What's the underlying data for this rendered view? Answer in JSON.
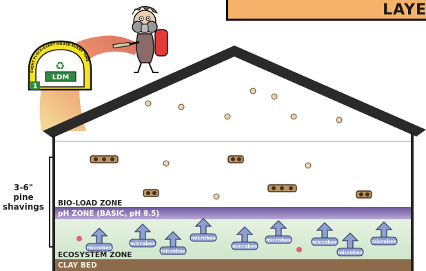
{
  "banner": {
    "text": "LAYER"
  },
  "logo": {
    "arc_text": "EVERY FLOCK-EVERY HOUSE-EVERY TIME",
    "brand": "LDM"
  },
  "depth_label": [
    "3-6\"",
    "pine",
    "shavings"
  ],
  "zones": {
    "bio_load": "BIO-LOAD ZONE",
    "ph": "pH ZONE (BASIC, pH 8.5)",
    "ecosystem": "ECOSYSTEM ZONE",
    "clay": "CLAY BED"
  },
  "microbe_label": "microbes",
  "colors": {
    "roof_stroke": "#222222",
    "ph_band": "#8f7bbf",
    "ecosystem_fill": "#d9ecd6",
    "clay_bed": "#8b6b4a",
    "banner_fill": "#f6b26b",
    "arrow_fill": "#8fa0cf",
    "spray_gradient_start": "#f2d27a",
    "spray_gradient_end": "#d9604e",
    "particle_fill": "#e8d3b4",
    "red_dot": "#e06070"
  },
  "icons": [
    "sprayer-figure-icon",
    "recycle-icon",
    "house-logo-icon",
    "microbe-arrow-icon",
    "litter-clump-icon"
  ]
}
